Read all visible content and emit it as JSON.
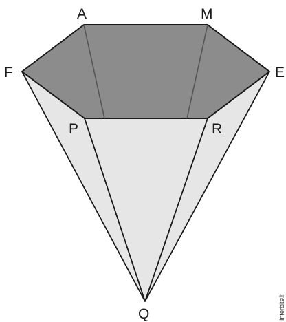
{
  "vertices": {
    "A": "A",
    "M": "M",
    "F": "F",
    "E": "E",
    "P": "P",
    "R": "R",
    "Q": "Q"
  },
  "watermark": "Interbits®",
  "colors": {
    "hexagon_fill": "#8c8c8c",
    "lateral_face_fill": "#e6e6e7",
    "edge": "#1a1a1a",
    "inner_edge": "#555555"
  }
}
